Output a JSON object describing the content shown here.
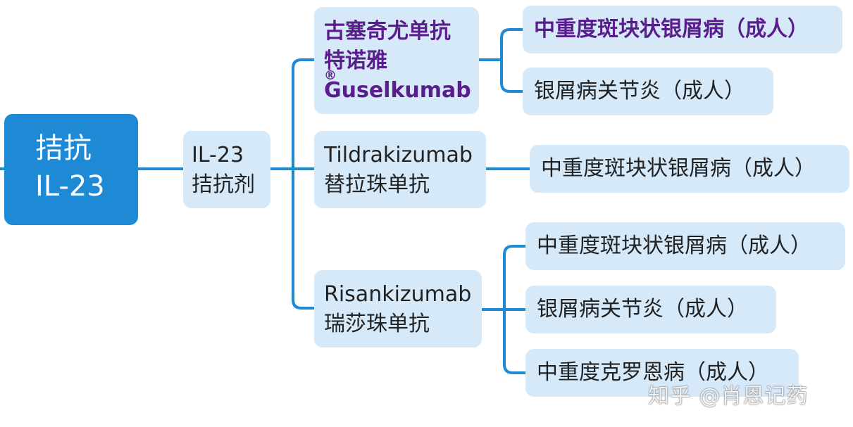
{
  "root": {
    "lines": [
      "拮抗",
      "IL-23"
    ]
  },
  "category": {
    "lines": [
      "IL-23",
      "拮抗剂"
    ]
  },
  "drugs": [
    {
      "lines": [
        "古塞奇尤单抗",
        "特诺雅",
        "Guselkumab"
      ],
      "mark": "®",
      "indications": [
        "中重度斑块状银屑病（成人）",
        "银屑病关节炎（成人）"
      ]
    },
    {
      "lines": [
        "Tildrakizumab",
        "替拉珠单抗"
      ],
      "indications": [
        "中重度斑块状银屑病（成人）"
      ]
    },
    {
      "lines": [
        "Risankizumab",
        "瑞莎珠单抗"
      ],
      "indications": [
        "中重度斑块状银屑病（成人）",
        "银屑病关节炎（成人）",
        "中重度克罗恩病（成人）"
      ]
    }
  ],
  "watermark": "知乎 @肖恩记药",
  "colors": {
    "root_fill": "#1e8ad6",
    "node_fill": "#d6e9f9",
    "highlight_text": "#5a1e8c",
    "connector": "#1e8ad6"
  }
}
